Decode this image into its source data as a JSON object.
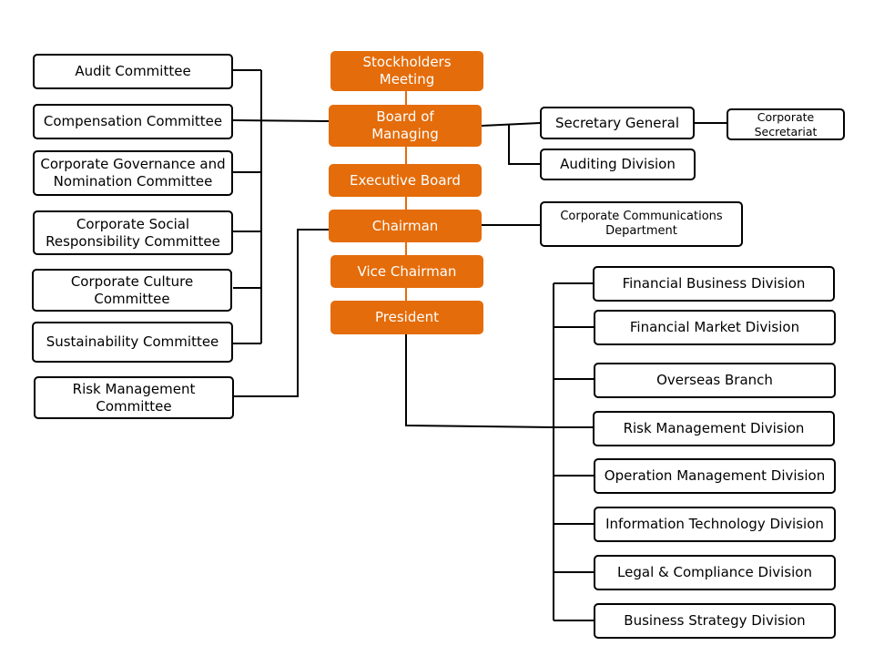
{
  "colors": {
    "executive_fill": "#e46c0a",
    "executive_text": "#ffffff",
    "connector_black": "#000000",
    "connector_orange": "#e46c0a",
    "box_border": "#000000",
    "background": "#ffffff"
  },
  "center_chain": {
    "stockholders_meeting": "Stockholders\nMeeting",
    "board_of_managing": "Board of\nManaging",
    "executive_board": "Executive Board",
    "chairman": "Chairman",
    "vice_chairman": "Vice Chairman",
    "president": "President"
  },
  "committees": {
    "audit": "Audit Committee",
    "compensation": "Compensation Committee",
    "corporate_governance": "Corporate Governance and\nNomination Committee",
    "corporate_social_responsibility": "Corporate Social\nResponsibility Committee",
    "corporate_culture": "Corporate Culture\nCommittee",
    "sustainability": "Sustainability Committee",
    "risk_management": "Risk Management\nCommittee"
  },
  "board_units": {
    "secretary_general": "Secretary General",
    "corporate_secretariat": "Corporate\nSecretariat",
    "auditing_division": "Auditing Division"
  },
  "chairman_units": {
    "corporate_communications": "Corporate Communications\nDepartment"
  },
  "divisions": [
    "Financial Business Division",
    "Financial Market Division",
    "Overseas Branch",
    "Risk Management Division",
    "Operation Management Division",
    "Information Technology Division",
    "Legal & Compliance Division",
    "Business Strategy Division"
  ]
}
